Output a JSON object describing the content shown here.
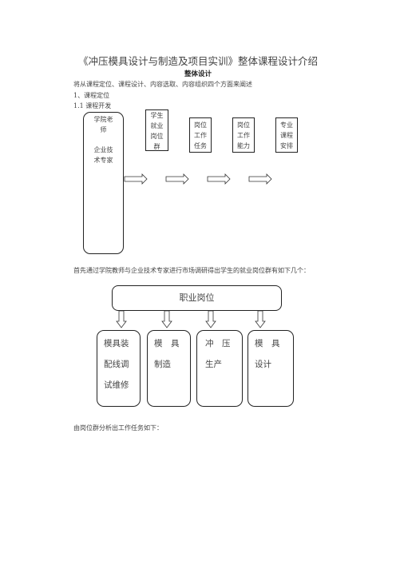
{
  "document": {
    "title": "《冲压模具设计与制造及项目实训》整体课程设计介绍",
    "subtitle": "整体设计",
    "intro": "将从课程定位、课程设计、内容选取、内容组织四个方面来阐述",
    "section1": "1、课程定位",
    "section1_1": "1.1   课程开发",
    "para_survey": "首先通过学院教师与企业技术专家进行市场调研得出学生的就业岗位群有如下几个：",
    "para_tasks": "由岗位群分析出工作任务如下："
  },
  "flow_diagram": {
    "source_box": {
      "line1": "学院老",
      "line2": "师",
      "line3": "企业技",
      "line4": "术专家"
    },
    "steps": [
      {
        "lines": [
          "学生",
          "就业",
          "岗位",
          "群"
        ]
      },
      {
        "lines": [
          "岗位",
          "工作",
          "任务"
        ]
      },
      {
        "lines": [
          "岗位",
          "工作",
          "能力"
        ]
      },
      {
        "lines": [
          "专业",
          "课程",
          "安排"
        ]
      }
    ]
  },
  "job_diagram": {
    "header": "职业岗位",
    "jobs": [
      {
        "lines": [
          "模具装",
          "配线调",
          "试维修"
        ]
      },
      {
        "lines": [
          "模　具",
          "制造"
        ]
      },
      {
        "lines": [
          "冲　压",
          "生产"
        ]
      },
      {
        "lines": [
          "模　具",
          "设计"
        ]
      }
    ]
  }
}
